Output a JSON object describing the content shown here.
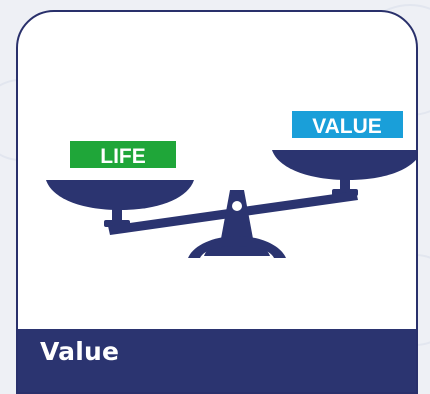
{
  "card": {
    "title": "Value"
  },
  "scale": {
    "left_tag": "LIFE",
    "right_tag": "VALUE"
  },
  "colors": {
    "navy": "#2b3470",
    "border": "#29306b",
    "life_tag": "#1fa639",
    "value_tag": "#1a9fd9",
    "background": "#eef0f5"
  },
  "icons": {
    "illustration": "balance-scale-icon"
  }
}
